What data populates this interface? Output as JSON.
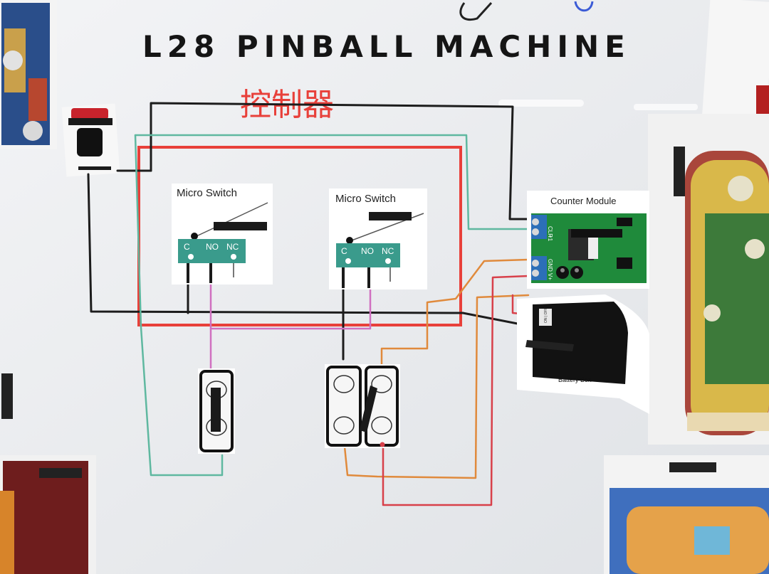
{
  "board_title": "L28 PINBALL MACHINE",
  "annotation": "控制器",
  "switch_left": {
    "title": "Micro Switch",
    "pin_c": "C",
    "pin_no": "NO",
    "pin_nc": "NC"
  },
  "switch_right": {
    "title": "Micro Switch",
    "pin_c": "C",
    "pin_no": "NO",
    "pin_nc": "NC"
  },
  "counter_module": {
    "title": "Counter Module",
    "pin_clr": "CLR",
    "pin_plus1": "+1",
    "pin_gnd": "GND",
    "pin_vplus": "V+"
  },
  "battery_box": {
    "label": "Battery Box",
    "switch_text": "ON | OFF"
  },
  "colors": {
    "whiteboard": "#eceef1",
    "annotation_red": "#e8403a",
    "pcb_green": "#1f8a3b",
    "switch_teal": "#3a9b8c",
    "wire_teal": "#5fb8a0",
    "wire_pink": "#d070c0",
    "wire_orange": "#e08a3c",
    "wire_red": "#d8404a",
    "marker_black": "#1c1c1c"
  }
}
